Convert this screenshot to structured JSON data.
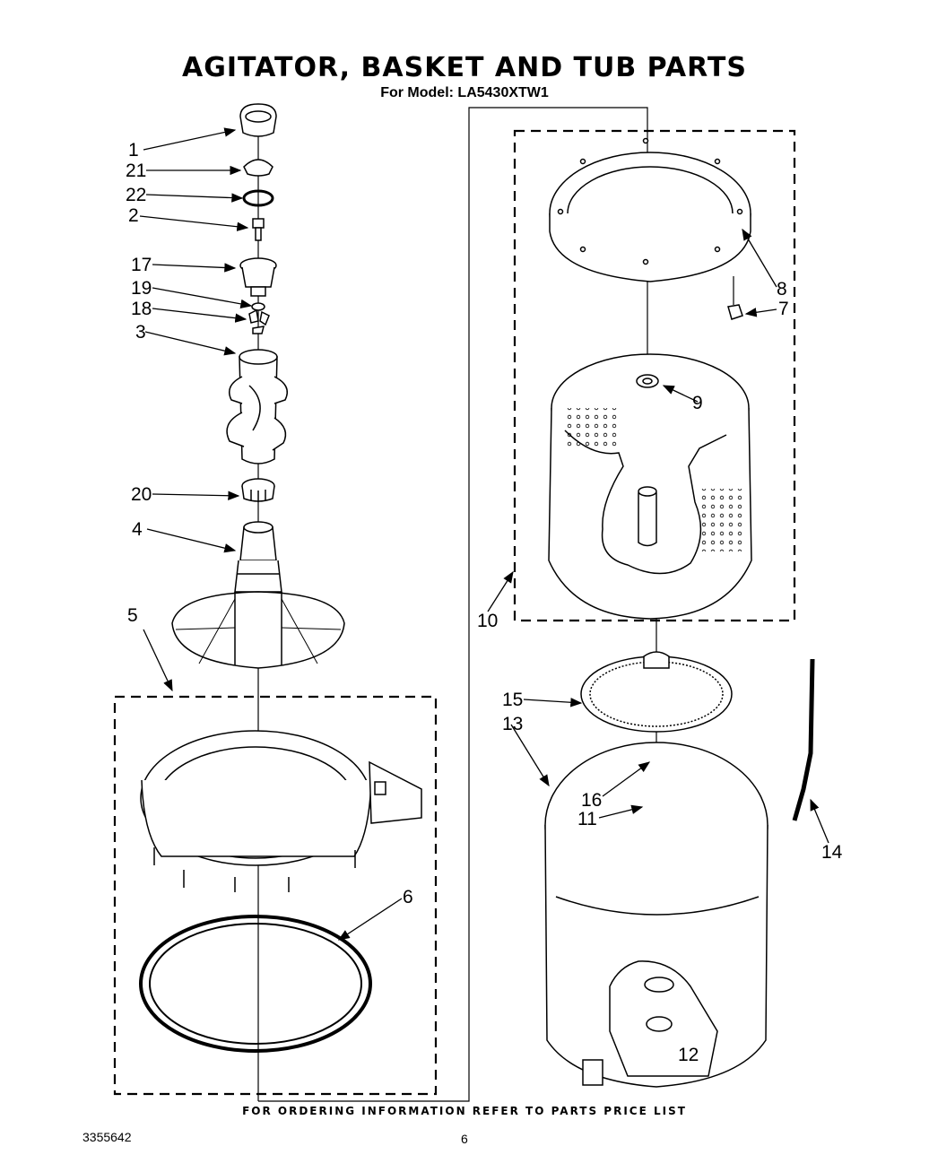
{
  "header": {
    "title": "AGITATOR, BASKET AND TUB PARTS",
    "subtitle": "For Model: LA5430XTW1"
  },
  "footer": {
    "ordering_note": "FOR ORDERING INFORMATION REFER TO PARTS PRICE LIST",
    "document_number": "3355642",
    "page_number": "6"
  },
  "callouts": {
    "c1": "1",
    "c21": "21",
    "c22": "22",
    "c2": "2",
    "c17": "17",
    "c19": "19",
    "c18": "18",
    "c3": "3",
    "c20": "20",
    "c4": "4",
    "c5": "5",
    "c6": "6",
    "c8": "8",
    "c7": "7",
    "c9": "9",
    "c10": "10",
    "c15": "15",
    "c13": "13",
    "c16": "16",
    "c11": "11",
    "c14": "14",
    "c12": "12"
  }
}
